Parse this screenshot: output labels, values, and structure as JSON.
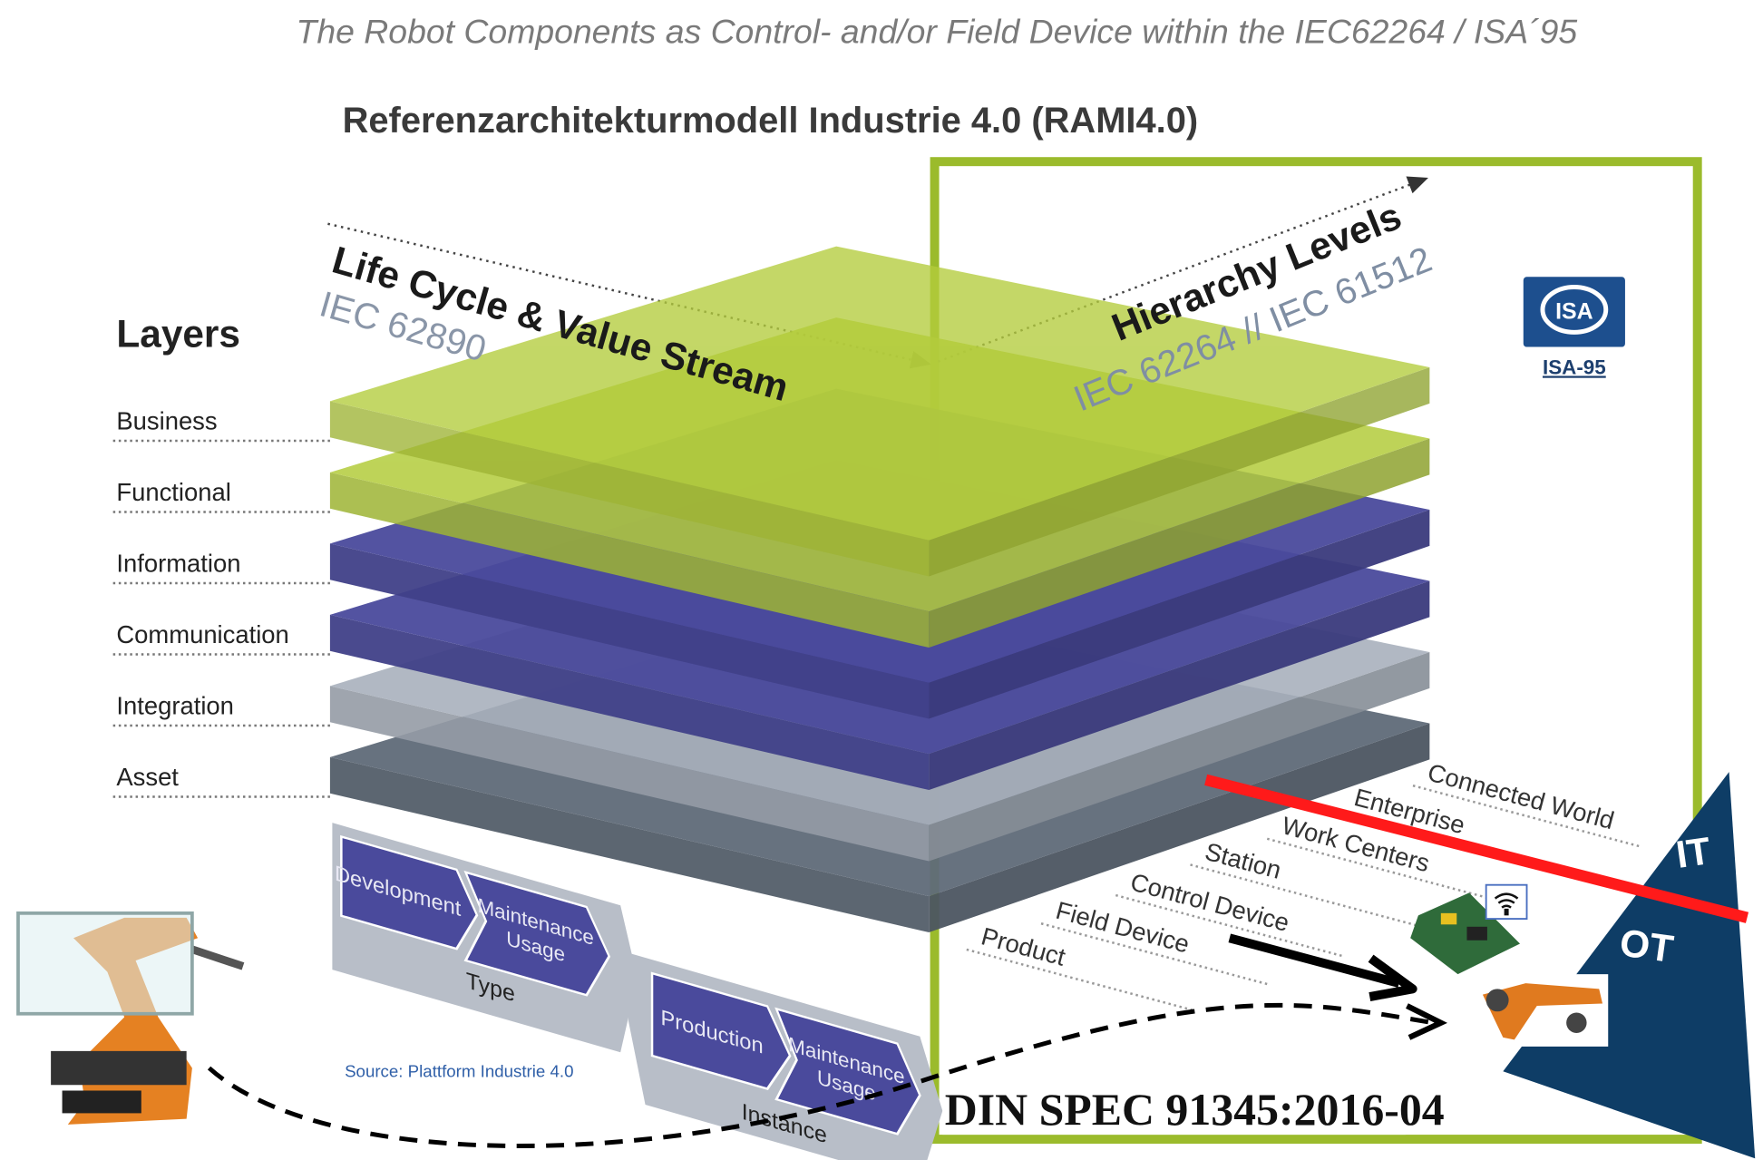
{
  "header": {
    "subtitle": "The Robot Components as Control- and/or Field Device within the IEC62264 / ISA´95",
    "title": "Referenzarchitekturmodell Industrie 4.0 (RAMI4.0)"
  },
  "layers": {
    "heading": "Layers",
    "items": [
      "Business",
      "Functional",
      "Information",
      "Communication",
      "Integration",
      "Asset"
    ]
  },
  "axes": {
    "lifecycle_label": "Life Cycle & Value Stream",
    "lifecycle_standard": "IEC 62890",
    "hierarchy_label": "Hierarchy Levels",
    "hierarchy_standard": "IEC 62264 // IEC 61512"
  },
  "hierarchy_levels": [
    "Connected World",
    "Enterprise",
    "Work Centers",
    "Station",
    "Control Device",
    "Field Device",
    "Product"
  ],
  "lifecycle": {
    "type": {
      "label": "Type",
      "phases": [
        "Development",
        "Maintenance",
        "Usage"
      ]
    },
    "instance": {
      "label": "Instance",
      "phases": [
        "Production",
        "Maintenance",
        "Usage"
      ]
    }
  },
  "source": "Source: Plattform Industrie 4.0",
  "isa_logo": {
    "mark": "ISA",
    "label": "ISA-95"
  },
  "pyramid": {
    "it": "IT",
    "ot": "OT"
  },
  "din_spec": "DIN SPEC 91345:2016-04",
  "colors": {
    "green_layer": "#b3cc3c",
    "purple_layer": "#4a4a9c",
    "light_gray_layer": "#a9b1bd",
    "dark_gray_layer": "#5f6b79",
    "frame_green": "#9bbb2c",
    "it_ot_blue": "#0e3d66",
    "boundary_red": "#ff1a1a",
    "isa_blue": "#1d4f8e"
  }
}
